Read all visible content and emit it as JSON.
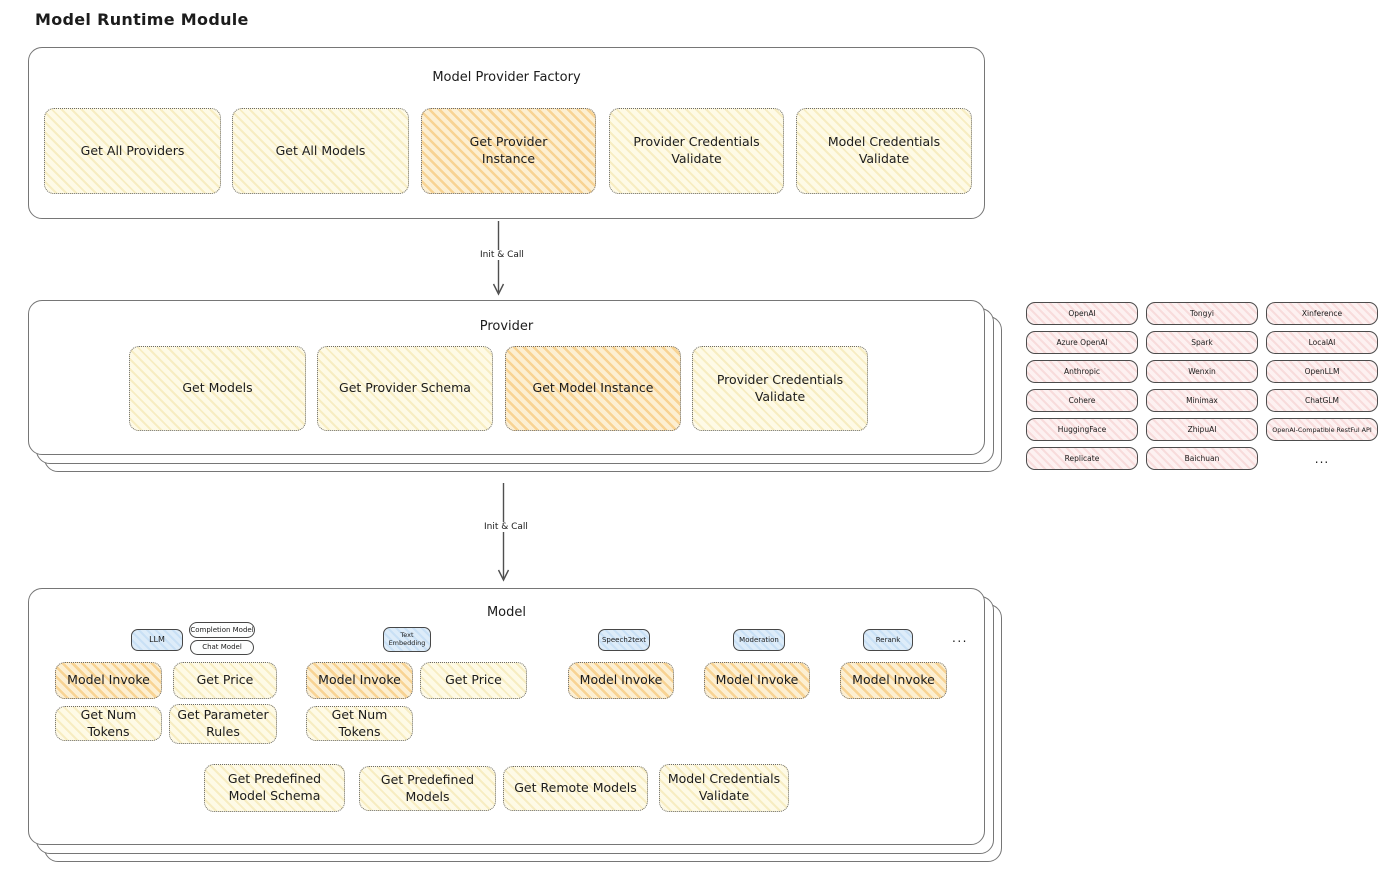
{
  "title": "Model Runtime Module",
  "arrow_label_1": "Init & Call",
  "arrow_label_2": "Init & Call",
  "factory": {
    "title": "Model Provider Factory",
    "boxes": [
      "Get All Providers",
      "Get All Models",
      "Get Provider Instance",
      "Provider Credentials Validate",
      "Model Credentials Validate"
    ]
  },
  "provider": {
    "title": "Provider",
    "boxes": [
      "Get Models",
      "Get Provider Schema",
      "Get Model Instance",
      "Provider Credentials Validate"
    ]
  },
  "providers_grid": {
    "items": [
      "OpenAI",
      "Tongyi",
      "Xinference",
      "Azure OpenAI",
      "Spark",
      "LocalAI",
      "Anthropic",
      "Wenxin",
      "OpenLLM",
      "Cohere",
      "Minimax",
      "ChatGLM",
      "HuggingFace",
      "ZhipuAI",
      "OpenAI-Compatible RestFul API",
      "Replicate",
      "Baichuan"
    ],
    "more": "..."
  },
  "model": {
    "title": "Model",
    "tabs": {
      "llm": "LLM",
      "completion": "Completion Model",
      "chat": "Chat Model",
      "text_embedding": "Text Embedding",
      "speech2text": "Speech2text",
      "moderation": "Moderation",
      "rerank": "Rerank",
      "more": "..."
    },
    "ops": {
      "model_invoke": "Model Invoke",
      "get_price": "Get Price",
      "get_num_tokens": "Get Num Tokens",
      "get_parameter_rules": "Get Parameter Rules",
      "get_predefined_model_schema": "Get Predefined Model Schema",
      "get_predefined_models": "Get Predefined Models",
      "get_remote_models": "Get Remote Models",
      "model_credentials_validate": "Model Credentials Validate"
    }
  },
  "colors": {
    "node_fill": "#fefae6",
    "node_highlight_fill": "#fcefd2",
    "node_highlight_hatch": "#f5bc5f",
    "provider_pill_fill": "#fdf1f1",
    "tab_blue_fill": "#ddecf9",
    "border_gray": "#767676"
  }
}
